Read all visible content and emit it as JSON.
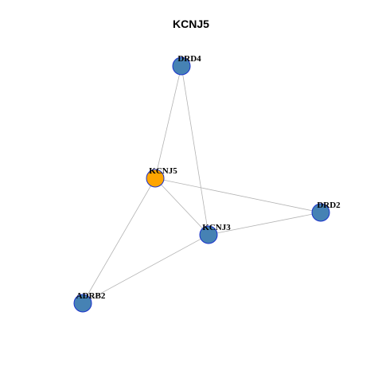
{
  "title": "KCNJ5",
  "colors": {
    "edge": "#b3b3b3",
    "node_default": "#4682b4",
    "node_outline": "#1a33cc",
    "node_focus": "#ffa500"
  },
  "nodes": [
    {
      "id": "DRD4",
      "label": "DRD4",
      "focus": false
    },
    {
      "id": "KCNJ5",
      "label": "KCNJ5",
      "focus": true
    },
    {
      "id": "DRD2",
      "label": "DRD2",
      "focus": false
    },
    {
      "id": "KCNJ3",
      "label": "KCNJ3",
      "focus": false
    },
    {
      "id": "ADRB2",
      "label": "ADRB2",
      "focus": false
    }
  ],
  "edges": [
    {
      "source": "DRD4",
      "target": "KCNJ5"
    },
    {
      "source": "DRD4",
      "target": "KCNJ3"
    },
    {
      "source": "KCNJ5",
      "target": "DRD2"
    },
    {
      "source": "KCNJ5",
      "target": "KCNJ3"
    },
    {
      "source": "KCNJ5",
      "target": "ADRB2"
    },
    {
      "source": "KCNJ3",
      "target": "DRD2"
    },
    {
      "source": "KCNJ3",
      "target": "ADRB2"
    }
  ]
}
